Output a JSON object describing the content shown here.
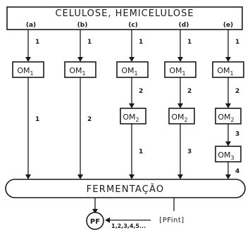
{
  "header": {
    "title": "CELULOSE, HEMICELULOSE"
  },
  "columns": [
    {
      "label": "(a)",
      "steps": [
        {
          "edge": "1"
        }
      ],
      "final_edge": "1"
    },
    {
      "label": "(b)",
      "steps": [
        {
          "edge": "1"
        }
      ],
      "final_edge": "2"
    },
    {
      "label": "(c)",
      "steps": [
        {
          "edge": "1"
        },
        {
          "edge": "2"
        }
      ],
      "final_edge": "1"
    },
    {
      "label": "(d)",
      "steps": [
        {
          "edge": "1"
        },
        {
          "edge": "2"
        }
      ],
      "final_edge": "3"
    },
    {
      "label": "(e)",
      "steps": [
        {
          "edge": "1"
        },
        {
          "edge": "2"
        },
        {
          "edge": "3"
        }
      ],
      "final_edge": "4"
    }
  ],
  "organisms": [
    "OM",
    "OM",
    "OM"
  ],
  "organism_subscripts": [
    "1",
    "2",
    "3"
  ],
  "fermentation": {
    "label": "FERMENTAÇÃO"
  },
  "product": {
    "label": "PF"
  },
  "intermediate": {
    "label": "[PFint]",
    "edge": "1,2,3,4,5..."
  }
}
